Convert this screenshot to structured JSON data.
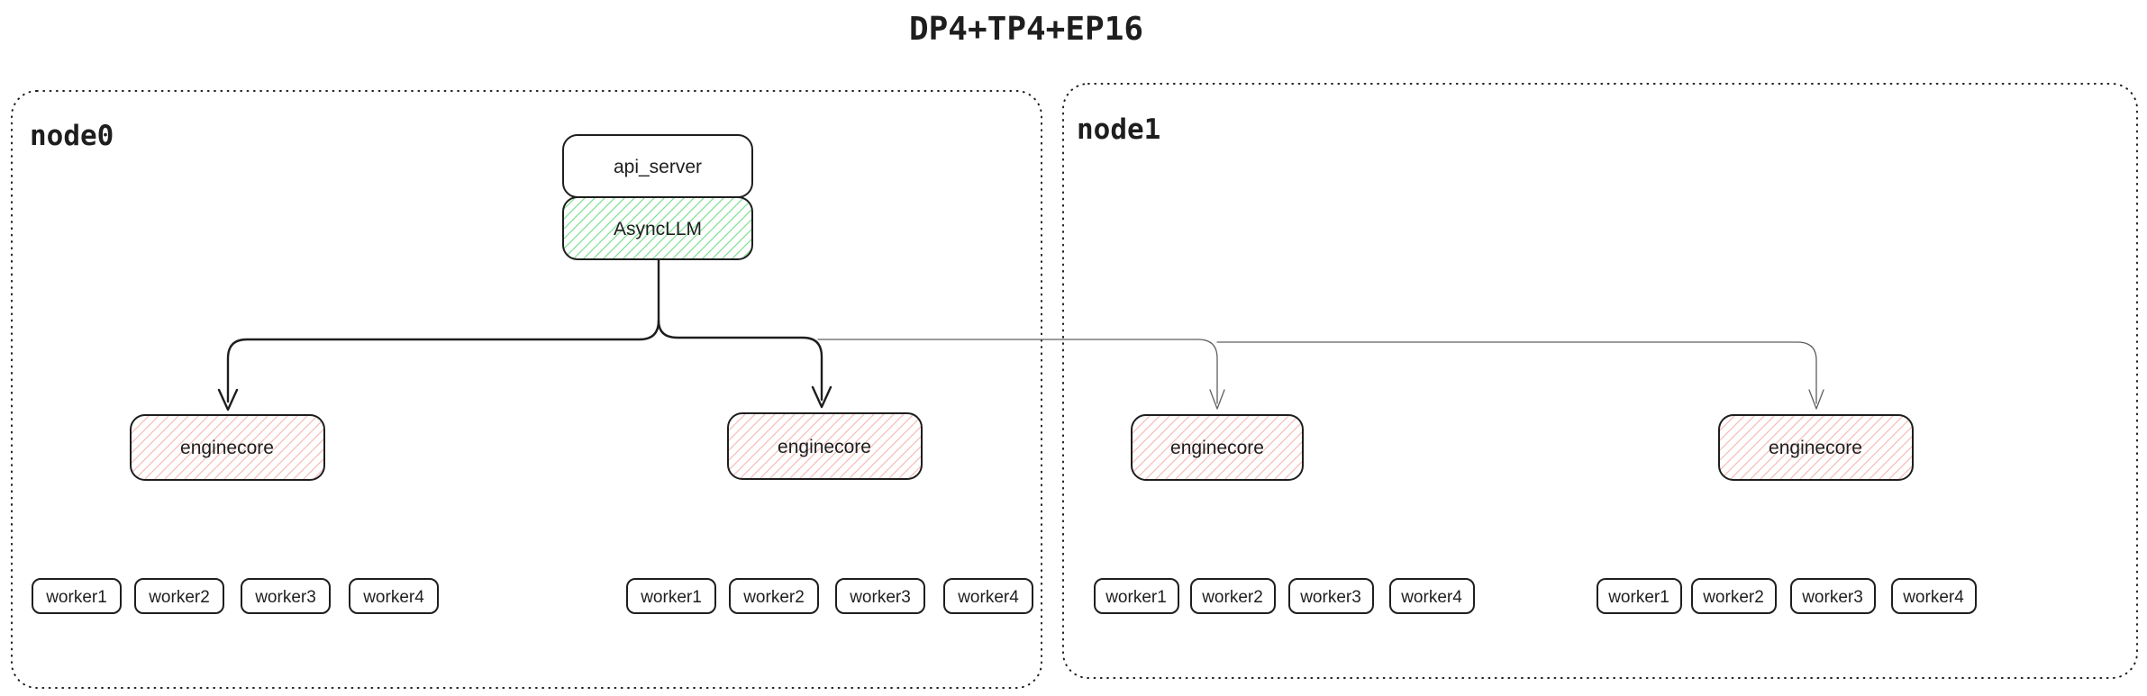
{
  "title": "DP4+TP4+EP16",
  "colors": {
    "stroke": "#1e1e1e",
    "background": "#ffffff",
    "asyncllm_hatch_green": "#69db7c",
    "enginecore_hatch_red": "#f2b3b0",
    "thin_connector_gray": "#5f5f5f"
  },
  "nodes": [
    {
      "label": "node0",
      "api_server_label": "api_server",
      "asyncllm_label": "AsyncLLM",
      "enginecores": [
        {
          "label": "enginecore",
          "workers": [
            "worker1",
            "worker2",
            "worker3",
            "worker4"
          ]
        },
        {
          "label": "enginecore",
          "workers": [
            "worker1",
            "worker2",
            "worker3",
            "worker4"
          ]
        }
      ]
    },
    {
      "label": "node1",
      "enginecores": [
        {
          "label": "enginecore",
          "workers": [
            "worker1",
            "worker2",
            "worker3",
            "worker4"
          ]
        },
        {
          "label": "enginecore",
          "workers": [
            "worker1",
            "worker2",
            "worker3",
            "worker4"
          ]
        }
      ]
    }
  ]
}
